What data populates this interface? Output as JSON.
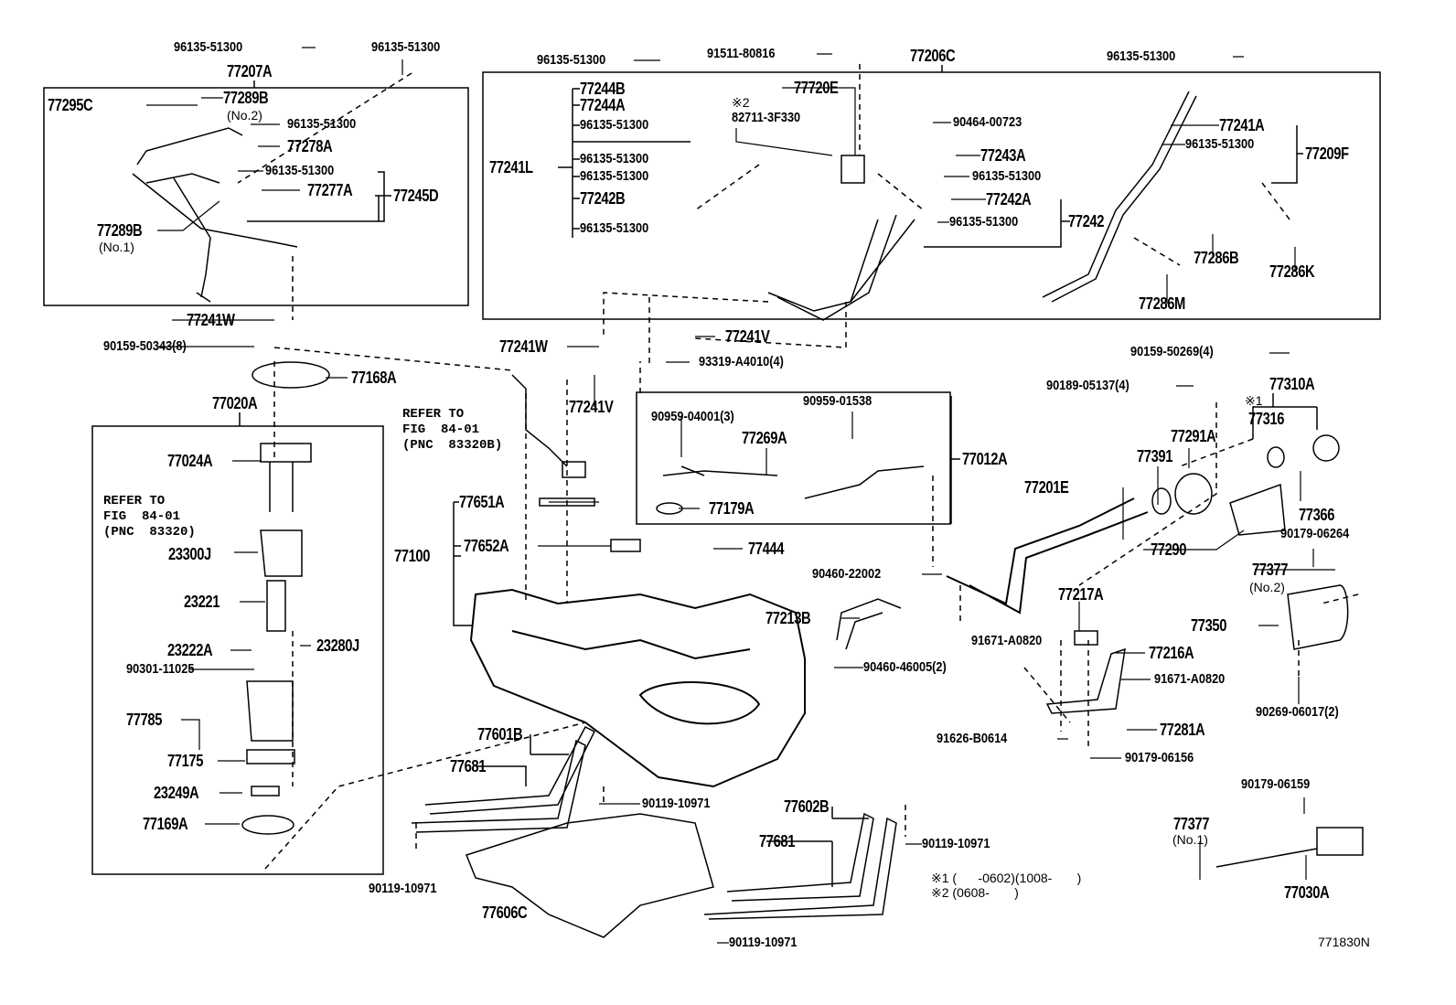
{
  "diagram_id": "771830N",
  "labels": [
    "96135-51300",
    "96135-51300",
    "77207A",
    "77295C",
    "77289B",
    "(No.2)",
    "96135-51300",
    "77278A",
    "96135-51300",
    "77277A",
    "77245D",
    "77289B",
    "(No.1)",
    "77241W",
    "90159-50343(8)",
    "77168A",
    "77020A",
    "77024A",
    "23300J",
    "23221",
    "23222A",
    "23280J",
    "90301-11025",
    "77785",
    "77175",
    "23249A",
    "77169A",
    "90119-10971",
    "77606C",
    "77651A",
    "77100",
    "77652A",
    "77601B",
    "77681",
    "90119-10971",
    "77602B",
    "77681",
    "90119-10971",
    "90119-10971",
    "96135-51300",
    "91511-80816",
    "77206C",
    "96135-51300",
    "77244B",
    "77244A",
    "96135-51300",
    "96135-51300",
    "96135-51300",
    "77242B",
    "96135-51300",
    "77241L",
    "※2",
    "82711-3F330",
    "77720E",
    "90464-00723",
    "77243A",
    "96135-51300",
    "77242A",
    "96135-51300",
    "77242",
    "77241A",
    "96135-51300",
    "77209F",
    "77286B",
    "77286K",
    "77286M",
    "77241V",
    "77241W",
    "93319-A4010(4)",
    "77241V",
    "90959-04001(3)",
    "90959-01538",
    "77269A",
    "77012A",
    "77179A",
    "77444",
    "90460-22002",
    "77213B",
    "90460-46005(2)",
    "77201E",
    "77391",
    "77291A",
    "77290",
    "90159-50269(4)",
    "90189-05137(4)",
    "77310A",
    "※1",
    "77316",
    "77366",
    "90179-06264",
    "77377",
    "(No.2)",
    "77350",
    "90269-06017(2)",
    "77217A",
    "91671-A0820",
    "77216A",
    "91671-A0820",
    "77281A",
    "91626-B0614",
    "90179-06156",
    "90179-06159",
    "77377",
    "(No.1)",
    "77030A"
  ],
  "refer_left": [
    "REFER TO",
    "FIG  84-01",
    "(PNC  83320)"
  ],
  "refer_center": [
    "REFER TO",
    "FIG  84-01",
    "(PNC  83320B)"
  ],
  "notes": [
    "※1 (      -0602)(1008-       )",
    "※2 (0608-       )"
  ]
}
